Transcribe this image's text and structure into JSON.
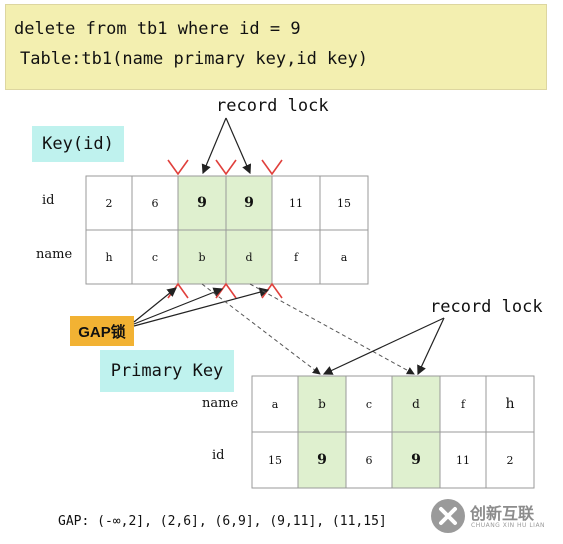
{
  "sql": {
    "line1": "delete from tb1 where id = 9",
    "line2": "Table:tb1(name primary key,id key)"
  },
  "labels": {
    "key_id": "Key(id)",
    "primary_key": "Primary Key",
    "gap_lock": "GAP锁",
    "record_lock_top": "record lock",
    "record_lock_bottom": "record lock"
  },
  "key_index": {
    "row_labels": [
      "id",
      "name"
    ],
    "ids": [
      "2",
      "6",
      "9",
      "9",
      "11",
      "15"
    ],
    "names": [
      "h",
      "c",
      "b",
      "d",
      "f",
      "a"
    ]
  },
  "primary_index": {
    "row_labels": [
      "name",
      "id"
    ],
    "names": [
      "a",
      "b",
      "c",
      "d",
      "f",
      "h"
    ],
    "ids": [
      "15",
      "9",
      "6",
      "9",
      "11",
      "2"
    ]
  },
  "gap_ranges": "GAP: (-∞,2], (2,6], (6,9], (9,11], (11,15]",
  "watermark": {
    "text": "创新互联",
    "subtext": "CHUANG XIN HU LIAN"
  },
  "colors": {
    "highlight": "#dff0cf",
    "lock_mark": "#e0403c",
    "sql_box": "#f3efb0",
    "label_box": "#bff2ee",
    "gap_box": "#f2b233"
  }
}
